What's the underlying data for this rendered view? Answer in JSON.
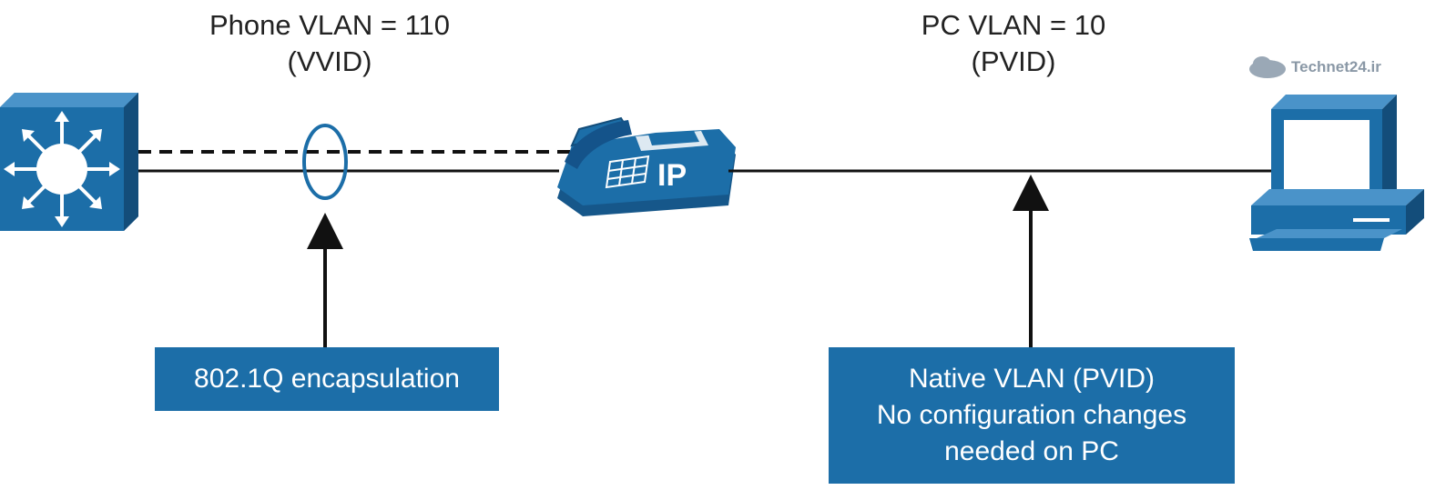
{
  "labels": {
    "phone_vlan": "Phone VLAN = 110",
    "phone_vlan_sub": "(VVID)",
    "pc_vlan": "PC VLAN = 10",
    "pc_vlan_sub": "(PVID)"
  },
  "boxes": {
    "encapsulation": "802.1Q encapsulation",
    "native_line1": "Native VLAN (PVID)",
    "native_line2": "No configuration changes",
    "native_line3": "needed on PC"
  },
  "phone_badge": "IP",
  "watermark": "Technet24.ir",
  "icons": [
    "switch-icon",
    "ip-phone-icon",
    "pc-icon"
  ],
  "colors": {
    "device_blue": "#1c6ea8",
    "box_blue": "#1c6ea8",
    "line": "#111111"
  }
}
